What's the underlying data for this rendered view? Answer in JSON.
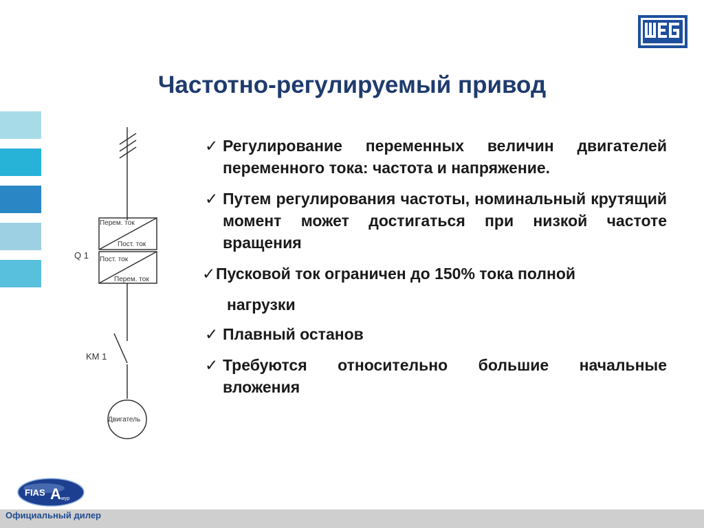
{
  "header": {
    "title": "Частотно-регулируемый привод",
    "logo_text": "WEG"
  },
  "side_tabs": [
    {
      "color": "#a8dbe8"
    },
    {
      "color": "#27b2d8"
    },
    {
      "color": "#2a86c4"
    },
    {
      "color": "#9ed0e4"
    },
    {
      "color": "#58bfdc"
    }
  ],
  "diagram": {
    "q_label": "Q 1",
    "block1_top": "Перем. ток",
    "block1_bottom": "Пост. ток",
    "block2_top": "Пост. ток",
    "block2_bottom": "Перем. ток",
    "km_label": "KM 1",
    "motor_label": "Двигатель"
  },
  "bullets": [
    {
      "check": "✓",
      "text": "Регулирование переменных величин двигателей переменного тока: частота и напряжение."
    },
    {
      "check": "✓",
      "text": "Путем регулирования частоты, номинальный крутящий момент может достигаться при низкой частоте вращения"
    },
    {
      "check": "✓",
      "text": "Пусковой ток ограничен до 150% тока полной"
    },
    {
      "check": "",
      "text": "нагрузки"
    },
    {
      "check": "✓",
      "text": "Плавный останов"
    },
    {
      "check": "✓",
      "text": "Требуются относительно большие начальные вложения"
    }
  ],
  "footer": {
    "dealer_text": "Официальный дилер",
    "logo_text": "FIAS",
    "logo_letter": "A",
    "logo_sub": "мур"
  }
}
